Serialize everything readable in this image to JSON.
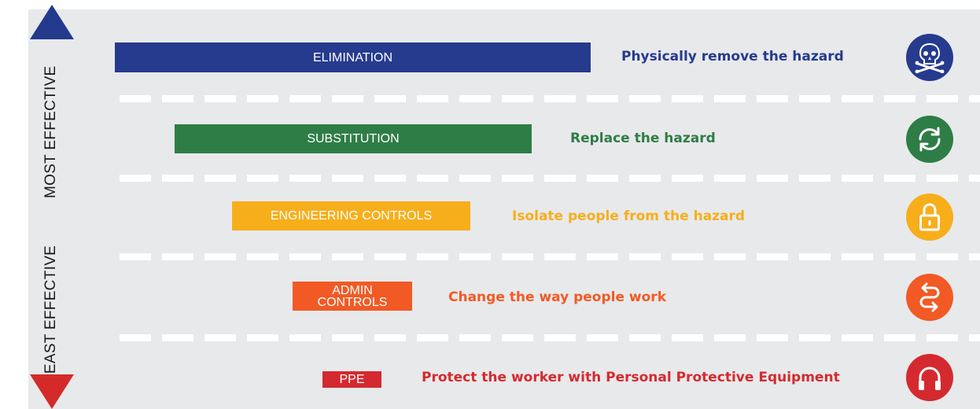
{
  "side_labels": {
    "most": "MOST EFFECTIVE",
    "least": "LEAST EFFECTIVE"
  },
  "colors": {
    "elimination": "#263b8e",
    "substitution": "#2e7d46",
    "engineering": "#f7ae1b",
    "admin": "#f15a24",
    "ppe": "#d42a2f",
    "background": "#e8e9eb"
  },
  "levels": [
    {
      "name": "ELIMINATION",
      "description": "Physically remove the hazard",
      "icon": "skull-crossbones-icon"
    },
    {
      "name": "SUBSTITUTION",
      "description": "Replace the hazard",
      "icon": "refresh-arrows-icon"
    },
    {
      "name": "ENGINEERING CONTROLS",
      "description": "Isolate people from the hazard",
      "icon": "padlock-icon"
    },
    {
      "name_line1": "ADMIN",
      "name_line2": "CONTROLS",
      "description": "Change the way people work",
      "icon": "winding-arrow-icon"
    },
    {
      "name": "PPE",
      "description": "Protect the worker with Personal Protective Equipment",
      "icon": "headphones-icon"
    }
  ]
}
